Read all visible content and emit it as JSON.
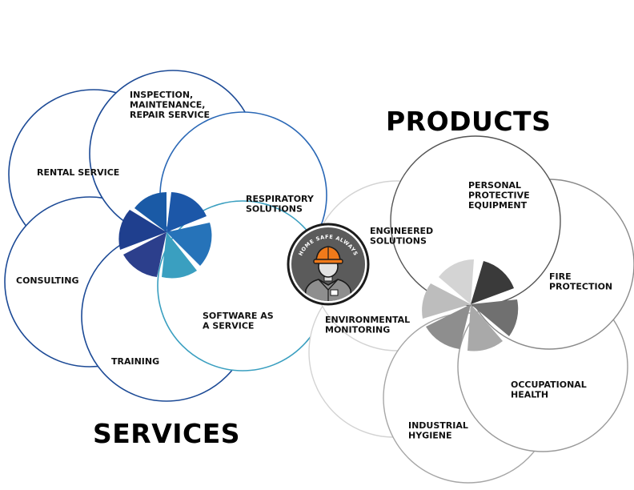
{
  "center": {
    "badge_text": "HOME SAFE ALWAYS"
  },
  "services": {
    "title": "SERVICES",
    "items": [
      {
        "label": [
          "INSPECTION,",
          "MAINTENANCE,",
          "REPAIR SERVICE"
        ]
      },
      {
        "label": [
          "RENTAL SERVICE"
        ]
      },
      {
        "label": [
          "RESPIRATORY",
          "SOLUTIONS"
        ]
      },
      {
        "label": [
          "CONSULTING"
        ]
      },
      {
        "label": [
          "SOFTWARE AS",
          "A SERVICE"
        ]
      },
      {
        "label": [
          "TRAINING"
        ]
      }
    ]
  },
  "products": {
    "title": "PRODUCTS",
    "items": [
      {
        "label": [
          "PERSONAL",
          "PROTECTIVE",
          "EQUIPMENT"
        ]
      },
      {
        "label": [
          "ENGINEERED",
          "SOLUTIONS"
        ]
      },
      {
        "label": [
          "FIRE",
          "PROTECTION"
        ]
      },
      {
        "label": [
          "ENVIRONMENTAL",
          "MONITORING"
        ]
      },
      {
        "label": [
          "OCCUPATIONAL",
          "HEALTH"
        ]
      },
      {
        "label": [
          "INDUSTRIAL",
          "HYGIENE"
        ]
      }
    ]
  },
  "colors": {
    "services": [
      "#1f3f8e",
      "#1c57a8",
      "#2673b9",
      "#1a5aa6",
      "#2c3f8c",
      "#3a9fc0"
    ],
    "products": [
      "#3a3a3a",
      "#cfcfcf",
      "#707070",
      "#bdbdbd",
      "#8e8e8e",
      "#a9a9a9"
    ],
    "badge": "#5b5b5b",
    "helmet": "#f07a1a"
  }
}
